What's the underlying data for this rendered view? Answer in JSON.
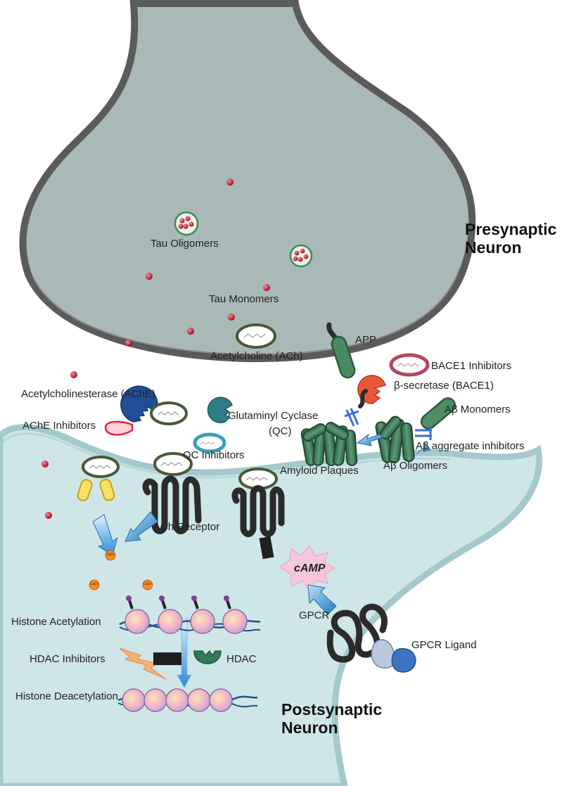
{
  "labels": {
    "presynaptic": "Presynaptic Neuron",
    "postsynaptic": "Postsynaptic Neuron",
    "tau_oligomers": "Tau Oligomers",
    "tau_monomers": "Tau Monomers",
    "acetylcholine": "Acetylcholine (ACh)",
    "app": "APP",
    "bace1_inhibitors": "BACE1 Inhibitors",
    "beta_secretase": "β-secretase (BACE1)",
    "acetylcholinesterase": "Acetylcholinesterase (AChE)",
    "ache_inhibitors": "AChE Inhibitors",
    "glutaminyl_cyclase": "Glutaminyl Cyclase",
    "qc": "(QC)",
    "qc_inhibitors": "QC Inhibitors",
    "abeta_monomers": "Aβ Monomers",
    "abeta_aggregate_inhibitors": "Aβ aggregate inhibitors",
    "amyloid_plaques": "Amyloid Plaques",
    "abeta_oligomers": "Aβ Oligomers",
    "ach_receptor": "ACh Receptor",
    "camp": "cAMP",
    "gpcr": "GPCR",
    "gpcr_ligand": "GPCR Ligand",
    "histone_acetylation": "Histone Acetylation",
    "hdac_inhibitors": "HDAC Inhibitors",
    "hdac": "HDAC",
    "histone_deacetylation": "Histone Deacetylation",
    "calcium": "Ca2+"
  },
  "colors": {
    "presynaptic_fill": "#a9b9b7",
    "presynaptic_edge": "#5a5a5a",
    "postsynaptic_fill": "#cfe6e8",
    "postsynaptic_edge": "#a4c9cc",
    "receptor": "#2b2b2b",
    "amyloid": "#3f7a5a",
    "bace1": "#e8573a",
    "ache": "#1f4f96",
    "arrow": "#3a8fd0",
    "tau": "#c0102b",
    "camp_burst": "#f5c6dc",
    "ligand": "#9fb3cc",
    "hdac_inhibitor_bolt": "#f6b07a"
  }
}
